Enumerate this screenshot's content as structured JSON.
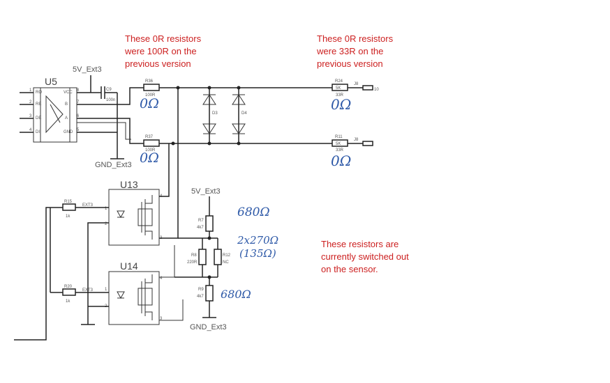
{
  "notes": {
    "left_resistors": "These 0R resistors\nwere 100R on the\nprevious version",
    "right_resistors": "These 0R resistors\nwere 33R on the\nprevious version",
    "switched_out": "These resistors are\ncurrently switched out\non the sensor."
  },
  "net_labels": {
    "vcc_top": "5V_Ext3",
    "gnd_top": "GND_Ext3",
    "vcc_mid": "5V_Ext3",
    "gnd_bottom": "GND_Ext3",
    "ext_a": "EXT3",
    "ext_b": "EXT3",
    "pin_10": "10"
  },
  "ic_labels": {
    "u5": "U5",
    "u13": "U13",
    "u14": "U14"
  },
  "u5_pins": {
    "p1": "1",
    "ro": "RO",
    "p2": "2",
    "re": "RE",
    "p3": "3",
    "de": "DE",
    "p4": "4",
    "di": "DI",
    "vcc": "VCC",
    "p8": "8",
    "b": "B",
    "p7": "7",
    "a": "A",
    "p6": "6",
    "gnd": "GND",
    "p5": "5"
  },
  "components": {
    "r36": {
      "ref": "R36",
      "value": "100R"
    },
    "r37": {
      "ref": "R37",
      "value": "100R"
    },
    "r24": {
      "ref": "R24",
      "value": "5K"
    },
    "r11": {
      "ref": "R11",
      "value": "5K"
    },
    "r15": {
      "ref": "R15",
      "value": "1k"
    },
    "r20": {
      "ref": "R20",
      "value": "1k"
    },
    "r7": {
      "ref": "R7",
      "value": "4k7"
    },
    "r8": {
      "ref": "R8",
      "value": "220R"
    },
    "r12": {
      "ref": "R12",
      "value": "NC"
    },
    "r9": {
      "ref": "R9",
      "value": "4k7"
    },
    "c9": {
      "ref": "C9",
      "value": "100n"
    },
    "d3": {
      "ref": "D3"
    },
    "d4": {
      "ref": "D4"
    },
    "j8a": {
      "ref": "J8"
    },
    "j8b": {
      "ref": "J8"
    },
    "r24_extra": "33R",
    "r11_extra": "33R"
  },
  "annotations": {
    "r36_new": "0Ω",
    "r37_new": "0Ω",
    "r24_new": "0Ω",
    "r11_new": "0Ω",
    "r7_new": "680Ω",
    "r8_r12_new": "2x270Ω",
    "r8_r12_equiv": "(135Ω)",
    "r9_new": "680Ω"
  },
  "colors": {
    "note_red": "#cc1f1f",
    "handwriting_blue": "#2f5aa8",
    "wire": "#222222"
  }
}
